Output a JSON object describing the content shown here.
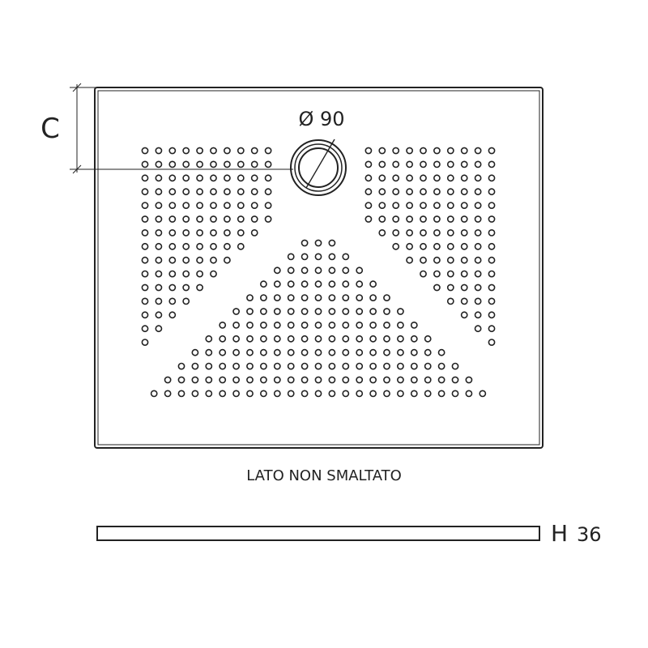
{
  "labels": {
    "c_dimension": "C",
    "drain_diameter": "Ø 90",
    "side_caption": "LATO NON SMALTATO",
    "height_letter": "H",
    "height_value": "36"
  },
  "colors": {
    "stroke": "#222222",
    "background": "#ffffff"
  }
}
